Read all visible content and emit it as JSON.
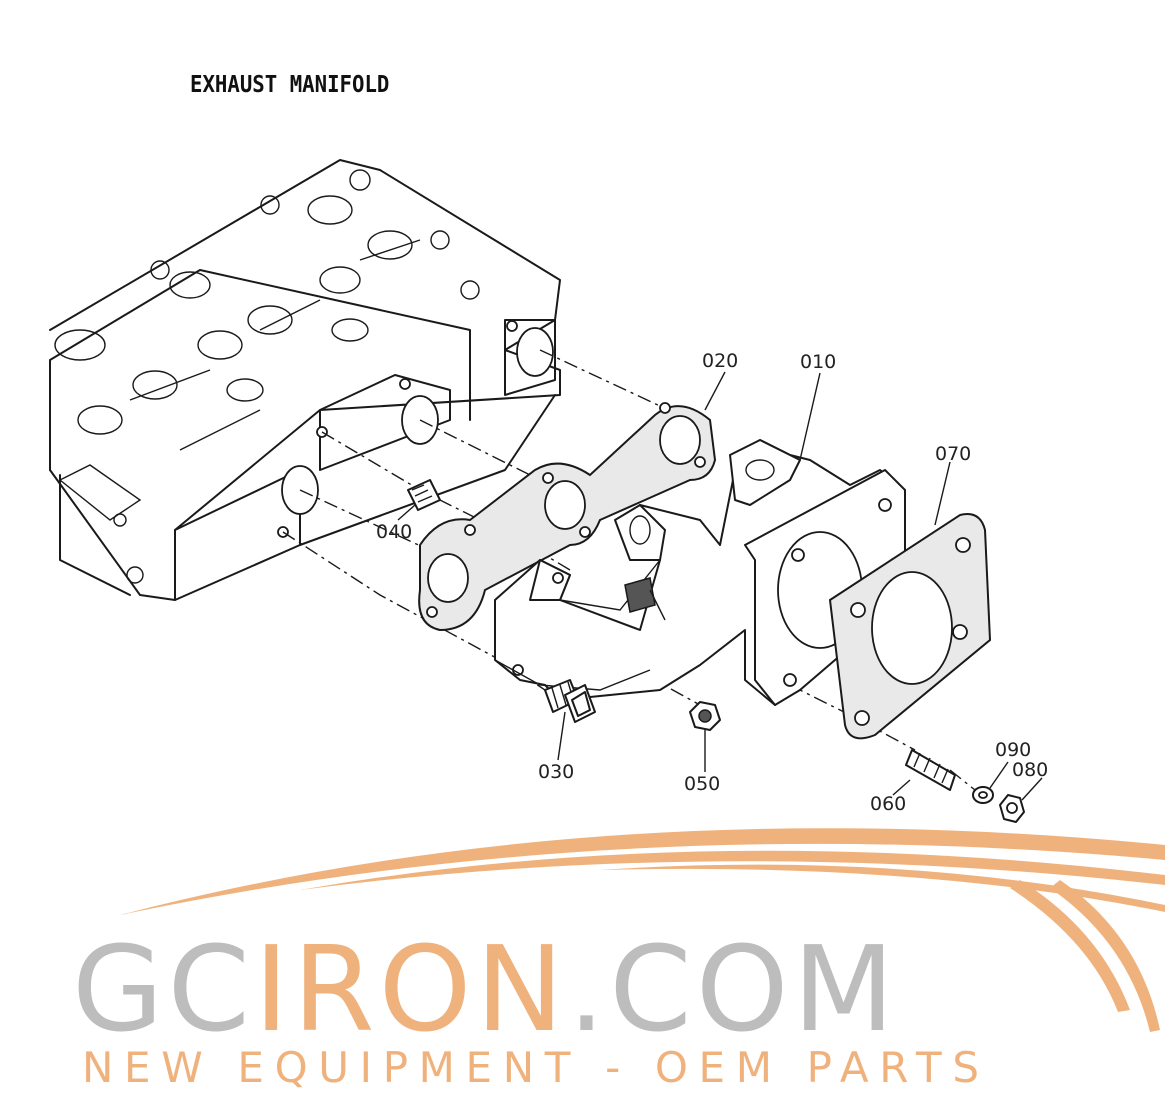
{
  "title": "EXHAUST MANIFOLD",
  "callouts": [
    {
      "id": "010",
      "label": "010"
    },
    {
      "id": "020",
      "label": "020"
    },
    {
      "id": "030",
      "label": "030"
    },
    {
      "id": "040",
      "label": "040"
    },
    {
      "id": "050",
      "label": "050"
    },
    {
      "id": "060",
      "label": "060"
    },
    {
      "id": "070",
      "label": "070"
    },
    {
      "id": "080",
      "label": "080"
    },
    {
      "id": "090",
      "label": "090"
    }
  ],
  "watermark": {
    "text_gray": "GC",
    "text_orange": "IRON",
    "text_gray2": ".COM",
    "tagline": "NEW EQUIPMENT - OEM PARTS",
    "gray": "#bdbdbd",
    "orange": "#f0b27d"
  }
}
